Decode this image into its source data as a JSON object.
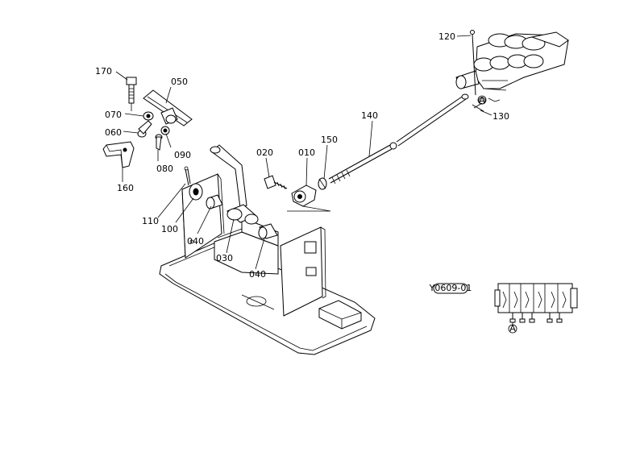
{
  "callouts": {
    "p170": "170",
    "p050": "050",
    "p070": "070",
    "p060": "060",
    "p090": "090",
    "p080": "080",
    "p160": "160",
    "p110": "110",
    "p100": "100",
    "p040a": "040",
    "p030": "030",
    "p040b": "040",
    "p020": "020",
    "p010": "010",
    "p150": "150",
    "p140": "140",
    "p120": "120",
    "p130": "130"
  },
  "drawing_code": "Y0609-01",
  "view_marker": "A"
}
